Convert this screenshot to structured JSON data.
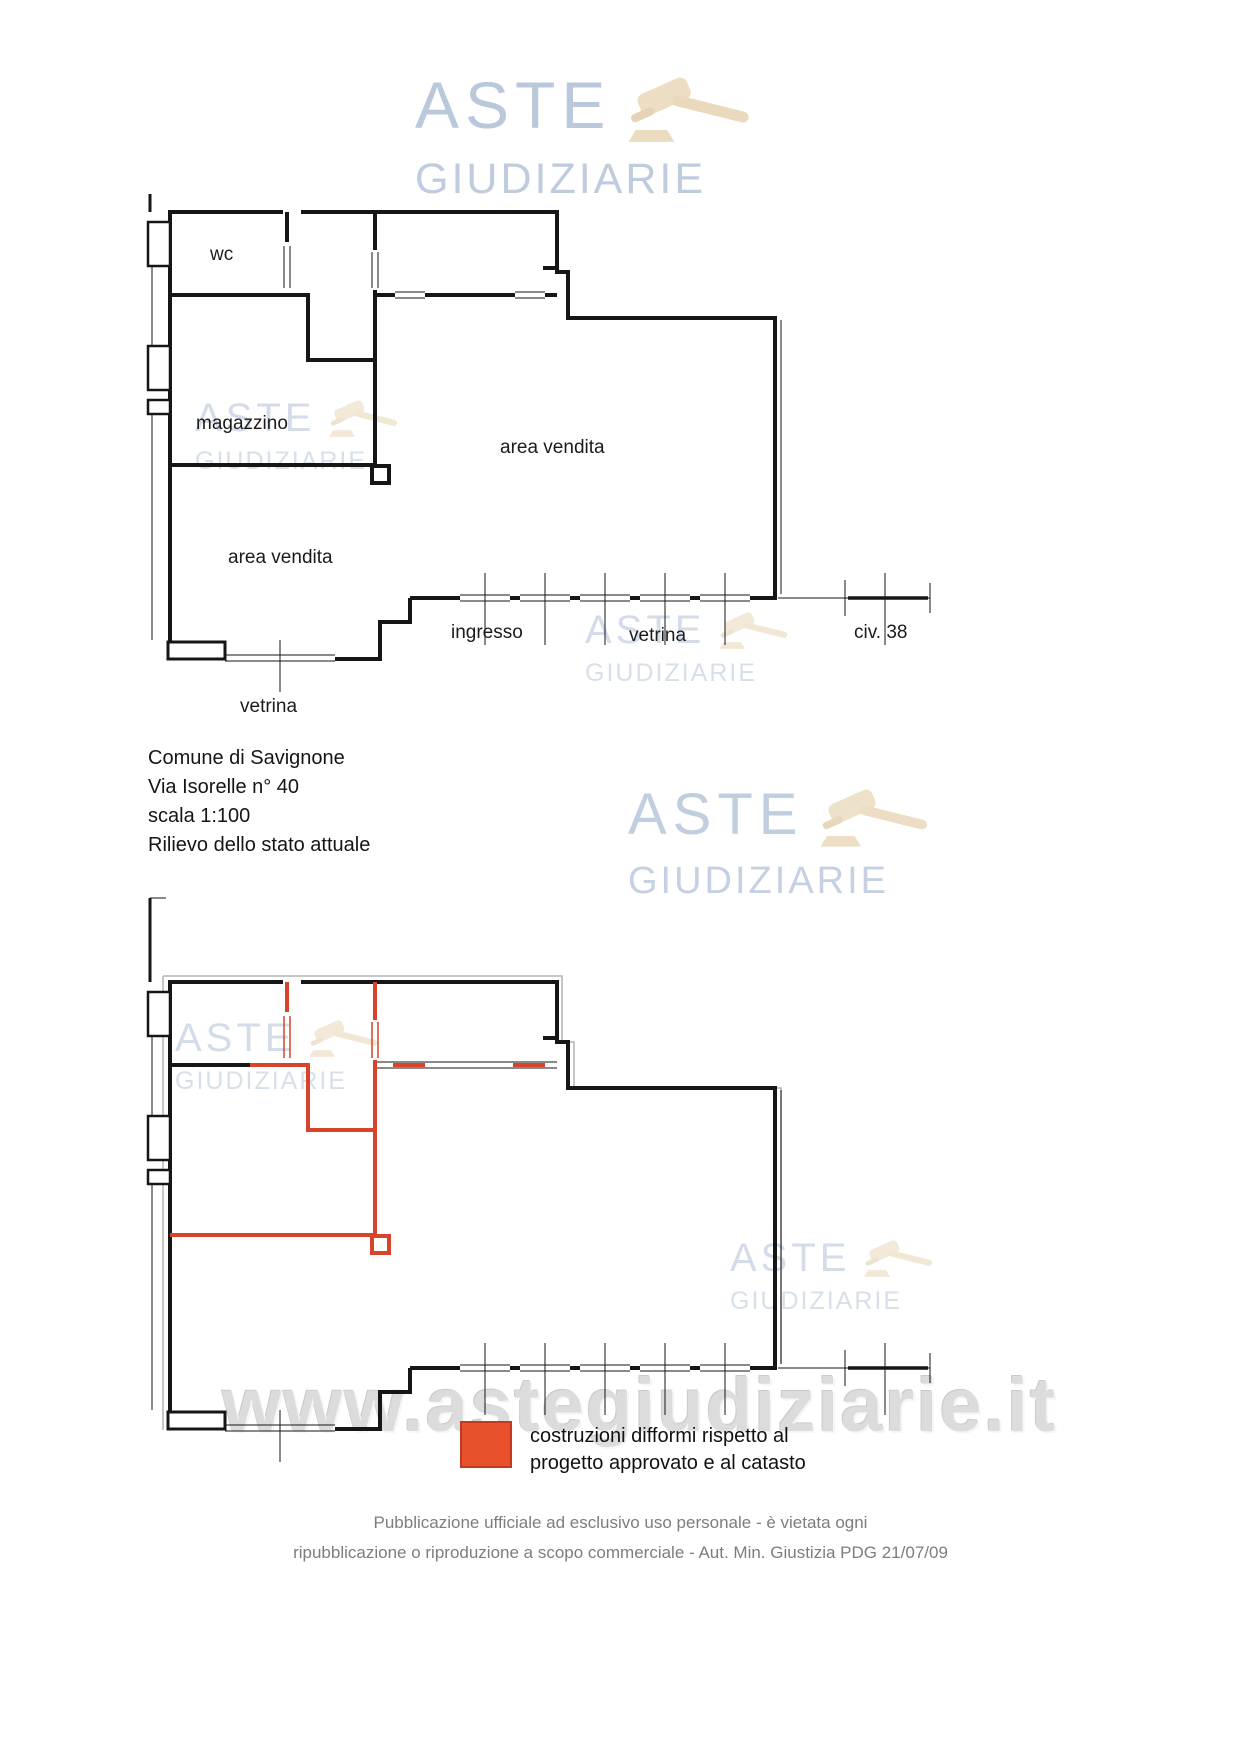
{
  "document": {
    "info_lines": [
      "Comune di Savignone",
      "Via Isorelle n° 40",
      "scala 1:100",
      "Rilievo dello stato attuale"
    ],
    "footer_line1": "Pubblicazione ufficiale ad esclusivo uso personale - è vietata ogni",
    "footer_line2": "ripubblicazione o riproduzione a scopo commerciale - Aut. Min. Giustizia PDG 21/07/09"
  },
  "watermark": {
    "brand_top": "ASTE",
    "brand_bottom": "GIUDIZIARIE",
    "url": "www.astegiudiziarie.it"
  },
  "plan_top": {
    "labels": {
      "wc": "wc",
      "magazzino": "magazzino",
      "area_vendita_right": "area vendita",
      "area_vendita_left": "area vendita",
      "ingresso": "ingresso",
      "vetrina_front": "vetrina",
      "vetrina_bottom": "vetrina",
      "civico": "civ. 38"
    }
  },
  "legend": {
    "line1": "costruzioni difformi rispetto al",
    "line2": "progetto approvato e al catasto"
  },
  "colors": {
    "wall": "#161616",
    "difform_red": "#d8442b",
    "watermark_blue": "#b7c6da",
    "watermark_gavel_beige": "#ead9bc"
  }
}
